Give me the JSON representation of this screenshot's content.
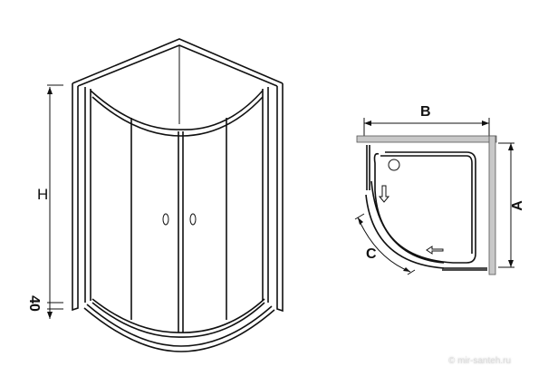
{
  "perspective_view": {
    "height_label": "H",
    "base_label": "40"
  },
  "plan_view": {
    "width_label": "B",
    "depth_label": "A",
    "door_label": "C"
  },
  "watermark": "© mir-santeh.ru",
  "colors": {
    "line": "#111111",
    "wall": "#c8c8c8"
  }
}
